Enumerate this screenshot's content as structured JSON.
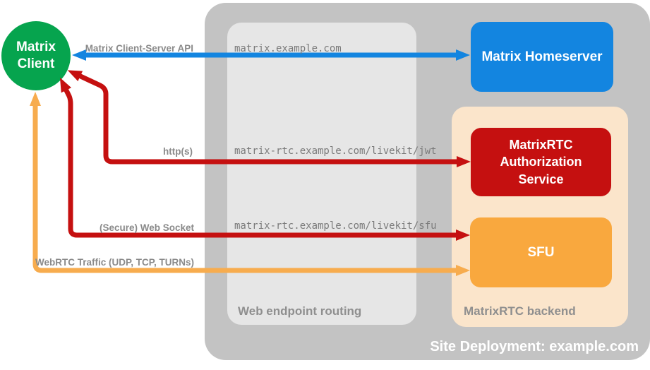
{
  "diagram": {
    "site_caption": "Site Deployment: example.com",
    "nodes": {
      "client": "Matrix Client",
      "homeserver": "Matrix Homeserver",
      "auth_service": "MatrixRTC Authorization Service",
      "sfu": "SFU"
    },
    "containers": {
      "routing_caption": "Web endpoint routing",
      "backend_caption": "MatrixRTC backend"
    },
    "connections": [
      {
        "label": "Matrix Client-Server API",
        "endpoint": "matrix.example.com",
        "color": "#1385e0",
        "from": "Matrix Client",
        "to": "Matrix Homeserver"
      },
      {
        "label": "http(s)",
        "endpoint": "matrix-rtc.example.com/livekit/jwt",
        "color": "#c51010",
        "from": "Matrix Client",
        "to": "MatrixRTC Authorization Service"
      },
      {
        "label": "(Secure) Web Socket",
        "endpoint": "matrix-rtc.example.com/livekit/sfu",
        "color": "#c51010",
        "from": "Matrix Client",
        "to": "SFU"
      },
      {
        "label": "WebRTC Traffic (UDP, TCP, TURNs)",
        "endpoint": "",
        "color": "#f7ac4e",
        "from": "Matrix Client",
        "to": "SFU"
      }
    ],
    "colors": {
      "client_green": "#06a44e",
      "homeserver_blue": "#1385e0",
      "auth_red": "#c51010",
      "sfu_orange": "#f9a83e",
      "backend_peach": "#fbe5cb",
      "site_gray": "#c3c3c3",
      "routing_gray": "#e6e6e6",
      "label_gray": "#8a8a8a"
    }
  }
}
